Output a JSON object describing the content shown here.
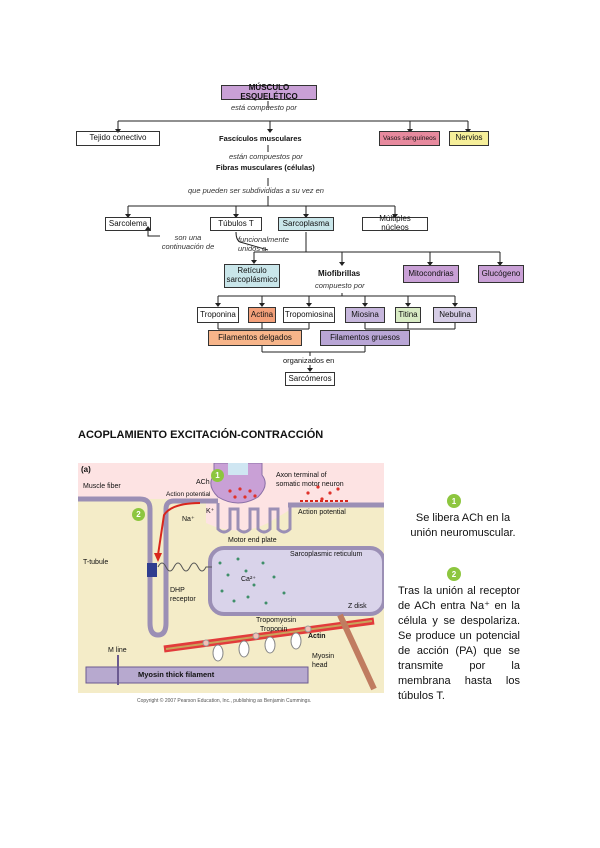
{
  "concept_map": {
    "root": "MÚSCULO ESQUELÉTICO",
    "c1": "está compuesto por",
    "tejido": "Tejido conectivo",
    "fasciculos": "Fascículos musculares",
    "c2": "están compuestos por",
    "fibras": "Fibras musculares (células)",
    "vasos": "Vasos sanguíneos",
    "nervios": "Nervios",
    "c3": "que pueden ser subdivididas a su vez en",
    "sarcolema": "Sarcolema",
    "tubulos": "Túbulos T",
    "sarcoplasma": "Sarcoplasma",
    "nucleos": "Múltiples núcleos",
    "c4": "son una continuación de",
    "c5": "funcionalmente unidos a",
    "reticulo": "Retículo sarcoplásmico",
    "miofibrillas": "Miofibrillas",
    "c6": "compuesto por",
    "mitocondrias": "Mitocondrias",
    "glucogeno": "Glucógeno",
    "troponina": "Troponina",
    "actina": "Actina",
    "tropomiosina": "Tropomiosina",
    "miosina": "Miosina",
    "titina": "Titina",
    "nebulina": "Nebulina",
    "delgados": "Filamentos delgados",
    "gruesos": "Filamentos gruesos",
    "c7": "organizados en",
    "sarcomeros": "Sarcómeros",
    "colors": {
      "root": "#c9a0d6",
      "vasos": "#e78a9e",
      "nervios": "#f6ef9a",
      "sarcoplasma": "#c9e6ea",
      "reticulo": "#c9e6ea",
      "mitocondrias": "#c9a0d6",
      "glucogeno": "#c9a0d6",
      "actina": "#f3a07a",
      "miosina": "#c6b6dc",
      "titina": "#d8ebc4",
      "nebulina": "#d6cde6",
      "delgados": "#f7b58a",
      "gruesos": "#b9a6d6"
    }
  },
  "section_title": "ACOPLAMIENTO EXCITACIÓN-CONTRACCIÓN",
  "figure": {
    "panel": "(a)",
    "muscle_fiber": "Muscle fiber",
    "action_potential": "Action potential",
    "ach": "ACh",
    "axon1": "Axon terminal of",
    "axon2": "somatic motor neuron",
    "k": "K⁺",
    "na": "Na⁺",
    "motor_end_plate": "Motor end plate",
    "action_potential_right": "Action potential",
    "t_tubule": "T-tubule",
    "sr": "Sarcoplasmic reticulum",
    "ca": "Ca²⁺",
    "dhp1": "DHP",
    "dhp2": "receptor",
    "tropomyosin": "Tropomyosin",
    "troponin": "Troponin",
    "actin": "Actin",
    "z_disk": "Z disk",
    "m_line": "M line",
    "myosin_head1": "Myosin",
    "myosin_head2": "head",
    "myosin_thick": "Myosin thick filament",
    "copyright": "Copyright © 2007 Pearson Education, Inc., publishing as Benjamin Cummings.",
    "badge1": "1",
    "badge2": "2"
  },
  "steps": [
    {
      "number": "1",
      "text": "Se libera ACh en la unión neuromuscular."
    },
    {
      "number": "2",
      "text": "Tras la unión al receptor de ACh entra Na⁺ en la célula y se despolariza. Se produce un potencial de acción (PA) que se transmite por la membrana hasta los túbulos T."
    }
  ]
}
